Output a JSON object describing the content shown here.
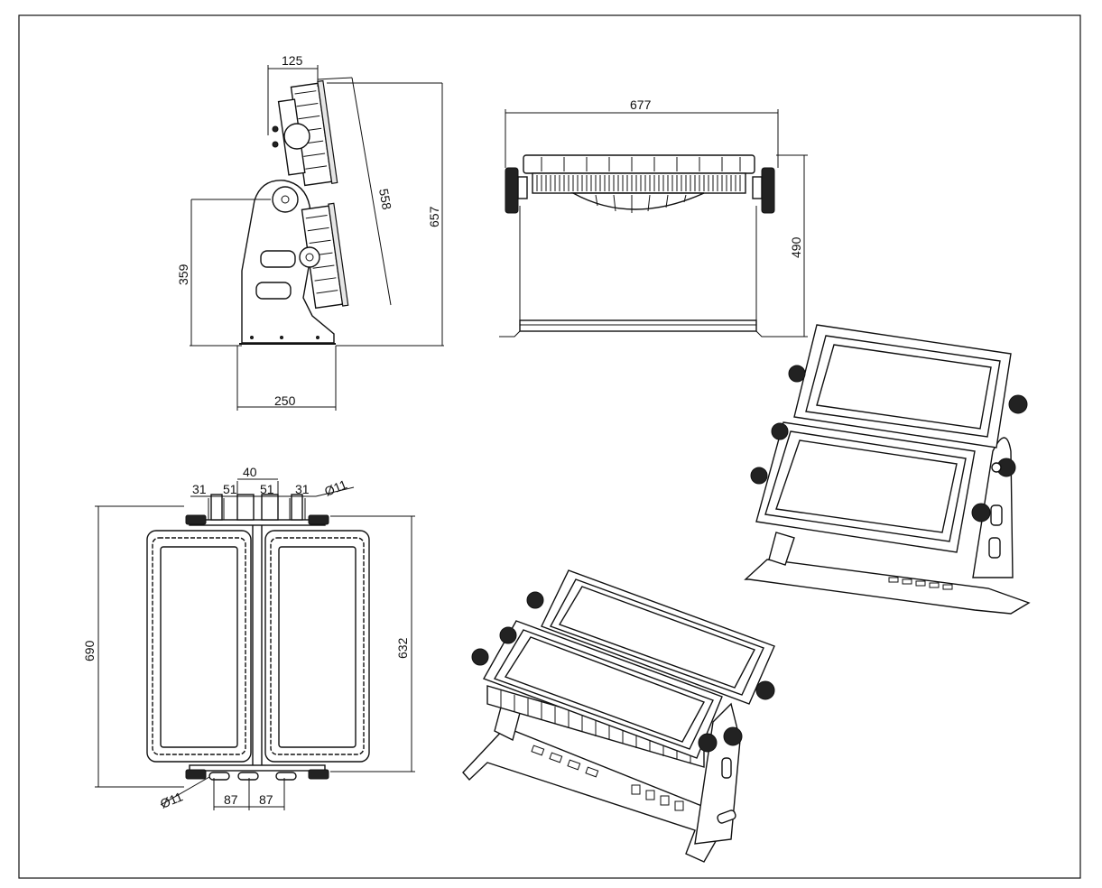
{
  "dimensions": {
    "side_top_width": "125",
    "side_diag_length": "558",
    "side_total_height": "657",
    "side_pivot_height": "359",
    "side_base_width": "250",
    "front_width": "677",
    "front_height": "490",
    "top_slot_left": "31",
    "top_gap_left": "51",
    "top_center": "40",
    "top_gap_right": "51",
    "top_slot_right": "31",
    "hole_diameter_top": "Ø11",
    "overall_height": "690",
    "inner_height": "632",
    "hole_diameter_bottom": "Ø11",
    "bottom_left": "87",
    "bottom_right": "87"
  },
  "colors": {
    "line": "#111111",
    "background": "#ffffff",
    "lens": "#ffffff"
  }
}
